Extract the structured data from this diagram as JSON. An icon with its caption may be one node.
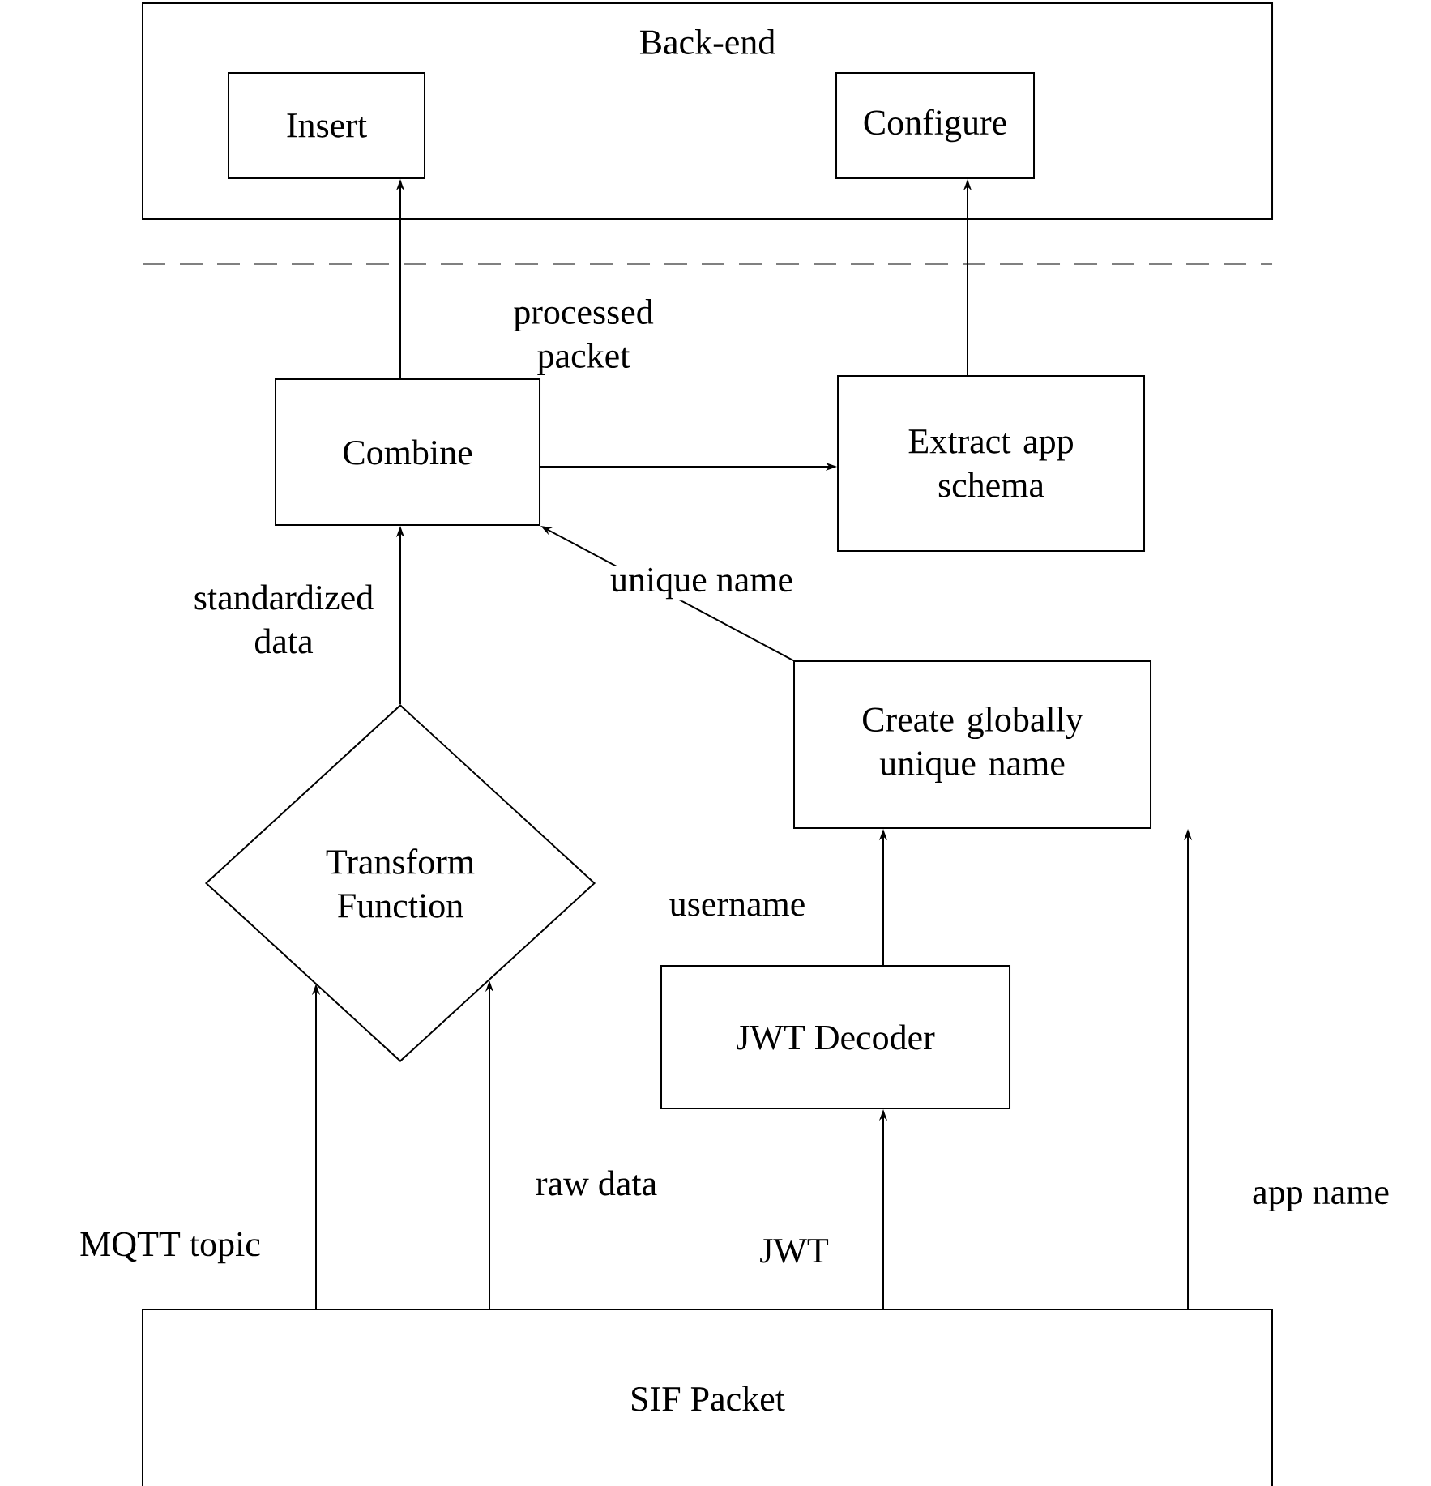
{
  "diagram": {
    "nodes": [
      {
        "text": [
          "Back-end"
        ]
      },
      {
        "text": [
          "Insert"
        ],
        "in": 0
      },
      {
        "text": [
          "Configure"
        ],
        "in": 0
      },
      {
        "text": [
          "Combine"
        ]
      },
      {
        "text": [
          "Extract app schema"
        ]
      },
      {
        "text": [
          "Create globally unique name"
        ]
      },
      {
        "text": [
          "Transform Function"
        ]
      },
      {
        "text": [
          "JWT Decoder"
        ]
      },
      {
        "text": [
          "SIF Packet"
        ]
      }
    ],
    "edges": [
      {
        "from": 3,
        "to": 1,
        "arrow": "to",
        "label": "processed packet"
      },
      {
        "from": 3,
        "to": 4,
        "arrow": "to"
      },
      {
        "from": 4,
        "to": 2,
        "arrow": "to"
      },
      {
        "from": 5,
        "to": 3,
        "arrow": "to",
        "label": "unique name"
      },
      {
        "from": 6,
        "to": 3,
        "arrow": "to",
        "label": "standardized data"
      },
      {
        "from": 7,
        "to": 5,
        "arrow": "to",
        "label": "username"
      },
      {
        "from": 8,
        "to": 6,
        "arrow": "to",
        "label": "MQTT topic"
      },
      {
        "from": 8,
        "to": 6,
        "arrow": "to",
        "label": "raw data"
      },
      {
        "from": 8,
        "to": 7,
        "arrow": "to",
        "label": "JWT"
      },
      {
        "from": 8,
        "to": 5,
        "arrow": "to",
        "label": "app name"
      }
    ]
  }
}
